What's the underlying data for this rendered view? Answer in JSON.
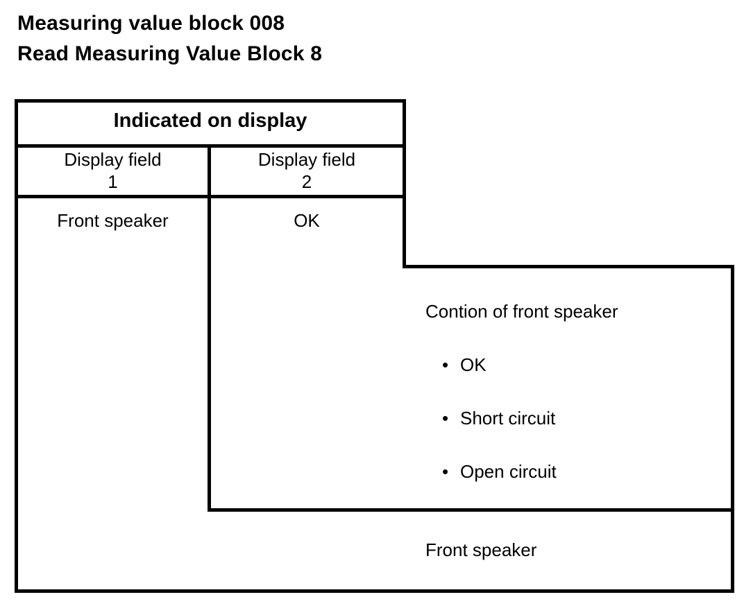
{
  "title": {
    "line1": "Measuring value block 008",
    "line2": "Read Measuring Value Block 8"
  },
  "table": {
    "group_header": "Indicated on display",
    "columns": [
      {
        "header": "Display field\n1"
      },
      {
        "header": "Display field\n2"
      }
    ],
    "rows": [
      {
        "field1": "Front speaker",
        "field2": "OK"
      }
    ]
  },
  "callout": {
    "heading": "Contion of front speaker",
    "bullet_marker": "•",
    "items": [
      "OK",
      "Short circuit",
      "Open circuit"
    ]
  },
  "footer_callout": {
    "label": "Front speaker"
  },
  "colors": {
    "ink": "#000000",
    "paper": "#ffffff"
  }
}
